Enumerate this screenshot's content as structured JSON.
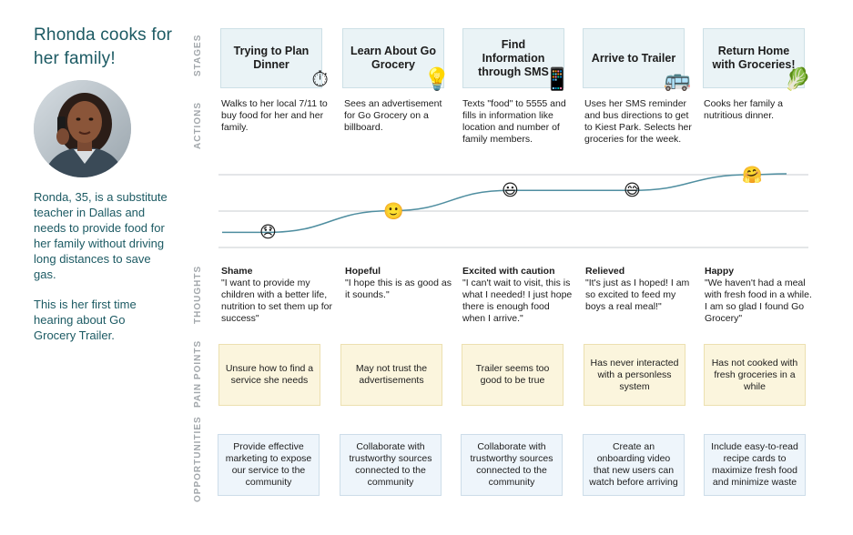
{
  "persona": {
    "title": "Rhonda cooks for her family!",
    "description": "Ronda, 35, is a substitute teacher in Dallas and needs to provide food for her family without driving long distances to save gas.",
    "note": "This is her first time hearing about Go Grocery Trailer."
  },
  "row_labels": {
    "stages": "STAGES",
    "actions": "ACTIONS",
    "thoughts": "THOUGHTS",
    "pain_points": "PAIN POINTS",
    "opportunities": "OPPORTUNITIES"
  },
  "stages": [
    {
      "title": "Trying to Plan Dinner",
      "icon": "stopwatch-icon",
      "glyph": "⏱",
      "action": "Walks to her local 7/11 to buy food for her and her family.",
      "emotion": "Shame",
      "thought": "\"I want to provide my children with a better life, nutrition to set them up for success\"",
      "face": "😞",
      "pain": "Unsure how to find a service she needs",
      "opportunity": "Provide effective marketing to expose our service to the community"
    },
    {
      "title": "Learn About Go Grocery",
      "icon": "lightbulb-icon",
      "glyph": "💡",
      "action": "Sees an advertisement for Go Grocery on a billboard.",
      "emotion": "Hopeful",
      "thought": "\"I hope this is as good as it sounds.\"",
      "face": "🙂",
      "pain": "May not trust the advertisements",
      "opportunity": "Collaborate with trustworthy sources connected to the community"
    },
    {
      "title": "Find Information through SMS",
      "icon": "mobile-phone-icon",
      "glyph": "📱",
      "action": "Texts \"food\" to 5555 and fills in information like location and number of family members.",
      "emotion": "Excited with caution",
      "thought": "\"I can't wait to visit, this is what I needed! I just hope there is enough food when I arrive.\"",
      "face": "😃",
      "pain": "Trailer seems too good to be true",
      "opportunity": "Collaborate with trustworthy sources connected to the community"
    },
    {
      "title": "Arrive to Trailer",
      "icon": "bus-icon",
      "glyph": "🚌",
      "action": "Uses her SMS reminder and bus directions to get to Kiest Park. Selects her groceries for the week.",
      "emotion": "Relieved",
      "thought": "\"It's just as I hoped! I am so excited to feed my boys a real meal!\"",
      "face": "😅",
      "pain": "Has never interacted with a personless system",
      "opportunity": "Create an onboarding video that new users can watch before arriving"
    },
    {
      "title": "Return Home with Groceries!",
      "icon": "lettuce-icon",
      "glyph": "🥬",
      "action": "Cooks her family a nutritious dinner.",
      "emotion": "Happy",
      "thought": "\"We haven't had a meal with fresh food in a while. I am so glad I found Go Grocery\"",
      "face": "🤗",
      "pain": "Has not cooked with fresh groceries in a while",
      "opportunity": "Include easy-to-read recipe cards to maximize fresh food and minimize waste"
    }
  ],
  "emotion_curve": {
    "levels": [
      0.12,
      0.45,
      0.76,
      0.76,
      1.0
    ],
    "line_color": "#4f8ea0",
    "grid_color": "#c9cdd0"
  },
  "colors": {
    "title_text": "#1c5a63",
    "stage_bg": "#eaf3f6",
    "pain_bg": "#fbf5dd",
    "opportunity_bg": "#eef5fb"
  }
}
